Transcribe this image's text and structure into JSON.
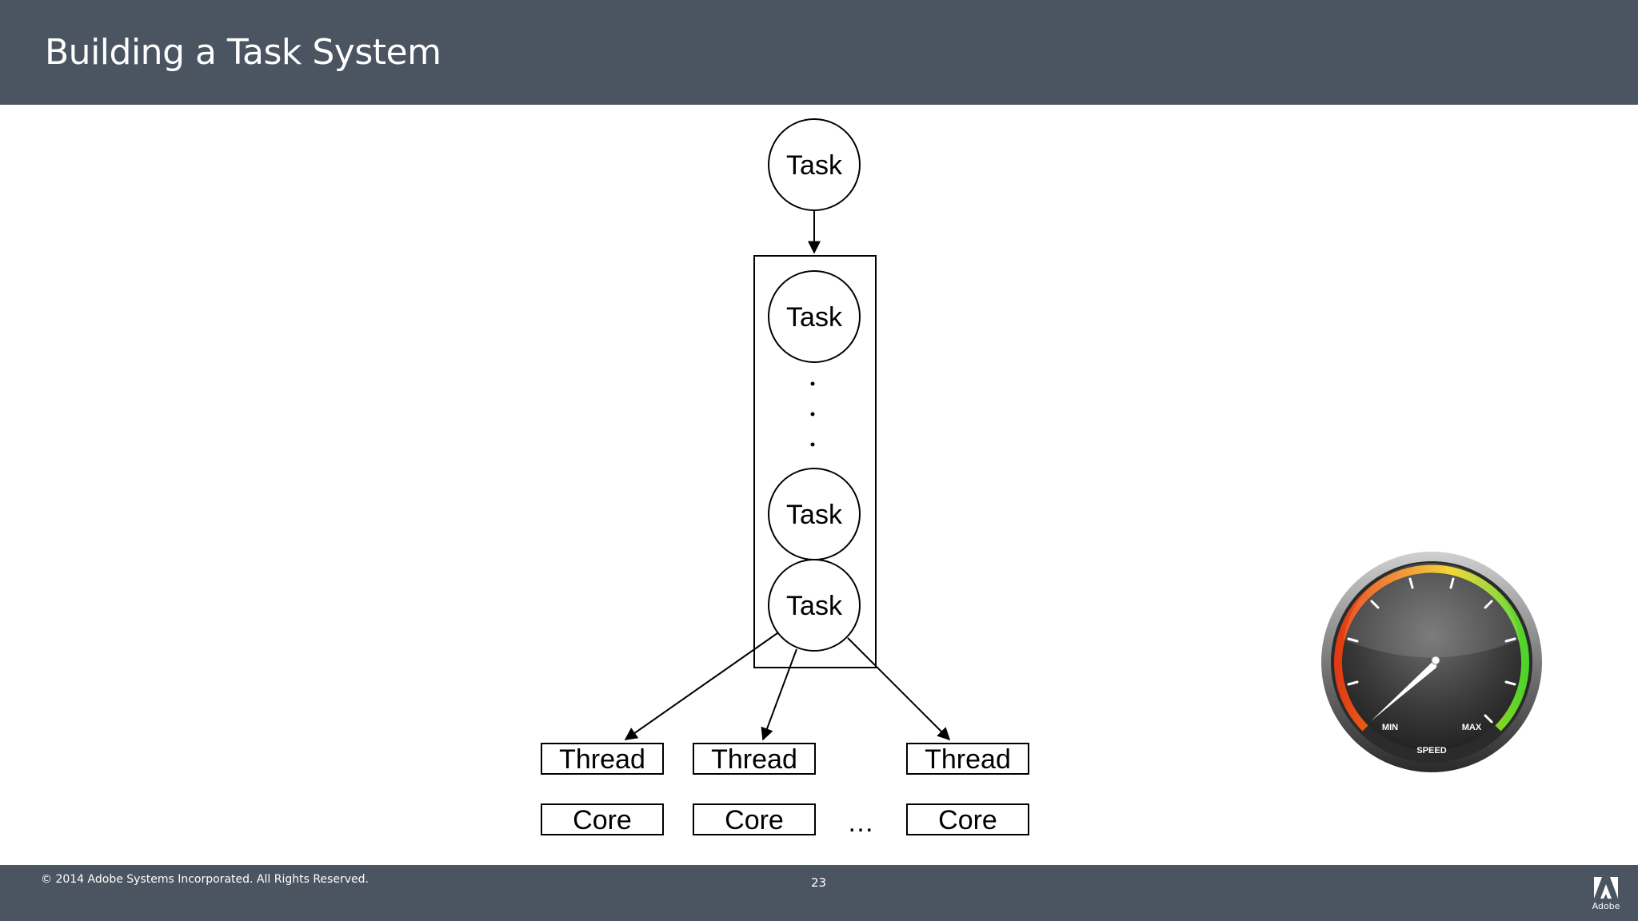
{
  "header": {
    "title": "Building a Task System"
  },
  "diagram": {
    "incoming_task": "Task",
    "queue_tasks": [
      "Task",
      "Task",
      "Task"
    ],
    "threads": [
      "Thread",
      "Thread",
      "Thread"
    ],
    "cores": [
      "Core",
      "Core",
      "Core"
    ],
    "core_ellipsis": "…"
  },
  "gauge": {
    "min_label": "MIN",
    "max_label": "MAX",
    "caption": "SPEED"
  },
  "footer": {
    "copyright": "© 2014 Adobe Systems Incorporated.  All Rights Reserved.",
    "page_number": "23",
    "brand": "Adobe"
  },
  "colors": {
    "bar": "#4a5561",
    "text_on_bar": "#ffffff"
  }
}
